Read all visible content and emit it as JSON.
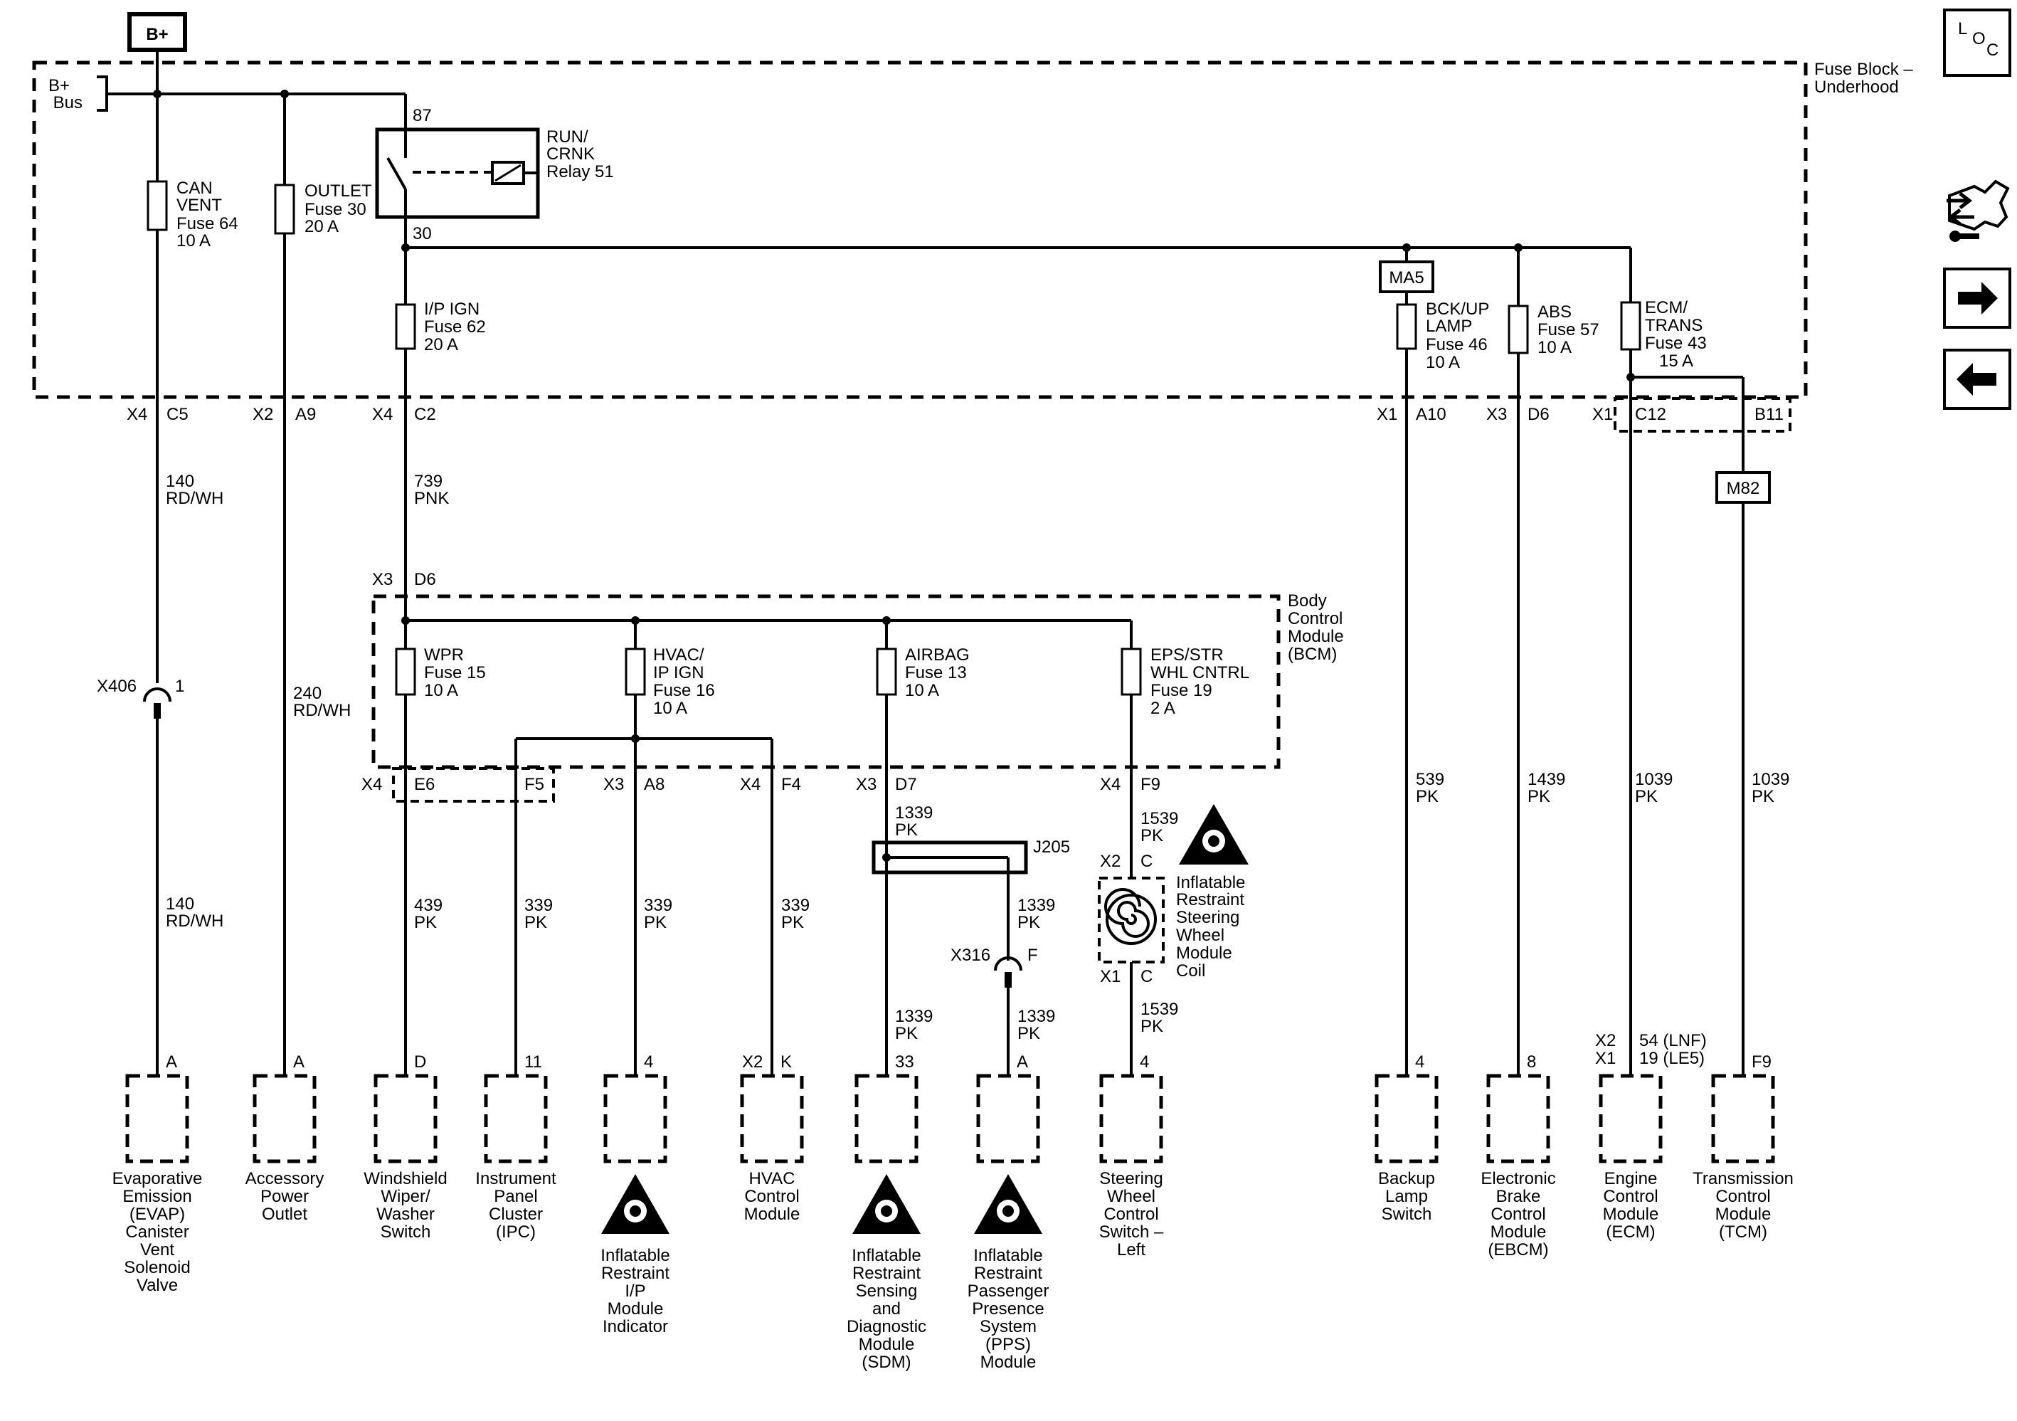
{
  "supply": {
    "label": "B+",
    "bus_line1": "B+",
    "bus_line2": "Bus"
  },
  "fuse_block": {
    "line1": "Fuse Block –",
    "line2": "Underhood"
  },
  "relay": {
    "pin_top": "87",
    "pin_bottom": "30",
    "line1": "RUN/",
    "line2": "CRNK",
    "line3": "Relay 51"
  },
  "fuses": {
    "can_vent": [
      "CAN",
      "VENT",
      "Fuse 64",
      "10 A"
    ],
    "outlet": [
      "OUTLET",
      "Fuse 30",
      "20 A"
    ],
    "ip_ign": [
      "I/P IGN",
      "Fuse 62",
      "20 A"
    ],
    "bckup": [
      "BCK/UP",
      "LAMP",
      "Fuse 46",
      "10 A"
    ],
    "abs": [
      "ABS",
      "Fuse 57",
      "10 A"
    ],
    "ecm_trans": [
      "ECM/",
      "TRANS",
      "Fuse 43",
      "15 A"
    ],
    "wpr": [
      "WPR",
      "Fuse 15",
      "10 A"
    ],
    "hvac_ip": [
      "HVAC/",
      "IP IGN",
      "Fuse 16",
      "10 A"
    ],
    "airbag": [
      "AIRBAG",
      "Fuse 13",
      "10 A"
    ],
    "eps": [
      "EPS/STR",
      "WHL CNTRL",
      "Fuse 19",
      "2 A"
    ]
  },
  "splices": {
    "ma5": "MA5",
    "m82": "M82",
    "j205": "J205"
  },
  "fuse_block_pins": [
    {
      "conn": "X4",
      "pin": "C5"
    },
    {
      "conn": "X2",
      "pin": "A9"
    },
    {
      "conn": "X4",
      "pin": "C2"
    },
    {
      "conn": "X1",
      "pin": "A10"
    },
    {
      "conn": "X3",
      "pin": "D6"
    },
    {
      "conn": "X1",
      "pin": "C12"
    },
    {
      "conn": "",
      "pin": "B11"
    }
  ],
  "bcm": {
    "line1": "Body",
    "line2": "Control",
    "line3": "Module",
    "line4": "(BCM)",
    "in_conn": "X3",
    "in_pin": "D6"
  },
  "bcm_pins": [
    {
      "conn": "X4",
      "pin": "E6"
    },
    {
      "conn": "",
      "pin": "F5"
    },
    {
      "conn": "X3",
      "pin": "A8"
    },
    {
      "conn": "X4",
      "pin": "F4"
    },
    {
      "conn": "X3",
      "pin": "D7"
    },
    {
      "conn": "X4",
      "pin": "F9"
    }
  ],
  "wires": {
    "w140a": [
      "140",
      "RD/WH"
    ],
    "w140b": [
      "140",
      "RD/WH"
    ],
    "w739": [
      "739",
      "PNK"
    ],
    "w240": [
      "240",
      "RD/WH"
    ],
    "w439": [
      "439",
      "PK"
    ],
    "w339a": [
      "339",
      "PK"
    ],
    "w339b": [
      "339",
      "PK"
    ],
    "w339c": [
      "339",
      "PK"
    ],
    "w1339a": [
      "1339",
      "PK"
    ],
    "w1339b": [
      "1339",
      "PK"
    ],
    "w1339c": [
      "1339",
      "PK"
    ],
    "w1339d": [
      "1339",
      "PK"
    ],
    "w1539a": [
      "1539",
      "PK"
    ],
    "w1539b": [
      "1539",
      "PK"
    ],
    "w539": [
      "539",
      "PK"
    ],
    "w1439": [
      "1439",
      "PK"
    ],
    "w1039a": [
      "1039",
      "PK"
    ],
    "w1039b": [
      "1039",
      "PK"
    ]
  },
  "inline_connectors": {
    "x406": {
      "name": "X406",
      "pin": "1"
    },
    "x316": {
      "name": "X316",
      "pin": "F"
    }
  },
  "coil": {
    "top_conn": "X2",
    "top_pin": "C",
    "bottom_conn": "X1",
    "bottom_pin": "C",
    "label": [
      "Inflatable",
      "Restraint",
      "Steering",
      "Wheel",
      "Module",
      "Coil"
    ]
  },
  "components": [
    {
      "pin": "A",
      "label": [
        "Evaporative",
        "Emission",
        "(EVAP)",
        "Canister",
        "Vent",
        "Solenoid",
        "Valve"
      ]
    },
    {
      "pin": "A",
      "label": [
        "Accessory",
        "Power",
        "Outlet"
      ]
    },
    {
      "pin": "D",
      "label": [
        "Windshield",
        "Wiper/",
        "Washer",
        "Switch"
      ]
    },
    {
      "pin": "11",
      "label": [
        "Instrument",
        "Panel",
        "Cluster",
        "(IPC)"
      ]
    },
    {
      "pin": "4",
      "label": [
        "Inflatable",
        "Restraint",
        "I/P",
        "Module",
        "Indicator"
      ]
    },
    {
      "pin": "K",
      "conn": "X2",
      "label": [
        "HVAC",
        "Control",
        "Module"
      ]
    },
    {
      "pin": "33",
      "label": [
        "Inflatable",
        "Restraint",
        "Sensing",
        "and",
        "Diagnostic",
        "Module",
        "(SDM)"
      ]
    },
    {
      "pin": "A",
      "label": [
        "Inflatable",
        "Restraint",
        "Passenger",
        "Presence",
        "System",
        "(PPS)",
        "Module"
      ]
    },
    {
      "pin": "4",
      "label": [
        "Steering",
        "Wheel",
        "Control",
        "Switch –",
        "Left"
      ]
    },
    {
      "pin": "4",
      "label": [
        "Backup",
        "Lamp",
        "Switch"
      ]
    },
    {
      "pin": "8",
      "label": [
        "Electronic",
        "Brake",
        "Control",
        "Module",
        "(EBCM)"
      ]
    },
    {
      "pin_x2": "54 (LNF)",
      "pin_x1": "19 (LE5)",
      "conn_x2": "X2",
      "conn_x1": "X1",
      "label": [
        "Engine",
        "Control",
        "Module",
        "(ECM)"
      ]
    },
    {
      "pin": "F9",
      "label": [
        "Transmission",
        "Control",
        "Module",
        "(TCM)"
      ]
    }
  ],
  "side_icons": {
    "loc_l": "L",
    "loc_o": "O",
    "loc_c": "C",
    "icons": [
      "connector-end-view-icon",
      "arrow-right-icon",
      "arrow-left-icon"
    ]
  }
}
